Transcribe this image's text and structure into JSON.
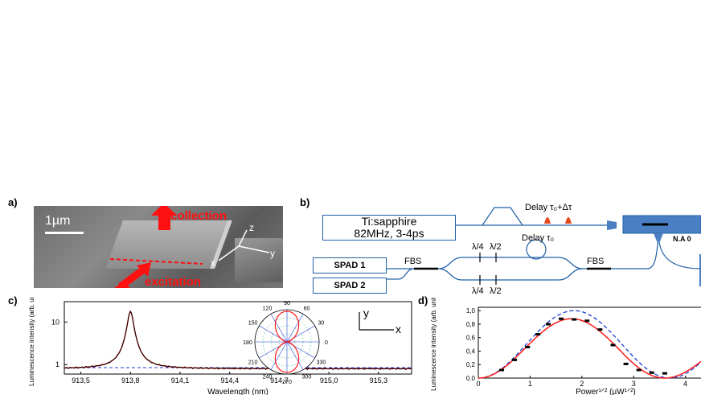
{
  "labels": {
    "a": "a)",
    "b": "b)",
    "c": "c)",
    "d": "d)"
  },
  "sem": {
    "scale": "1µm",
    "collection": "collection",
    "excitation": "excitation",
    "axes": {
      "z": "z",
      "y": "y",
      "x": "x"
    }
  },
  "setup": {
    "laser_line1": "Ti:sapphire",
    "laser_line2": "82MHz, 3-4ps",
    "delay_top": "Delay τ₀+Δτ",
    "delay_mid": "Delay τ₀",
    "spad1": "SPAD 1",
    "spad2": "SPAD 2",
    "fbs1": "FBS",
    "fbs2": "FBS",
    "lambda4_top": "λ/4",
    "lambda2_top": "λ/2",
    "lambda4_bot": "λ/4",
    "lambda2_bot": "λ/2",
    "na": "N.A 0"
  },
  "colors": {
    "red": "#ff1a1a",
    "blue": "#1f3fd6",
    "diagram": "#1f5fa8"
  },
  "chart_data": [
    {
      "type": "line",
      "ylabel": "Luminescence intensity (arb. unit)",
      "xlabel": "Wavelength (nm)",
      "x_ticks": [
        "913,5",
        "913,8",
        "914,1",
        "914,4",
        "914,7",
        "915,0",
        "915,3"
      ],
      "y_ticks": [
        "1",
        "10"
      ],
      "y_scale": "log",
      "peak_x": 913.8,
      "peak_y": 17,
      "baseline": 0.8,
      "polar_ticks": [
        "90",
        "60",
        "30",
        "0",
        "330",
        "300",
        "270",
        "240",
        "210",
        "180",
        "150",
        "120"
      ],
      "inset_axes": {
        "y": "y",
        "x": "x"
      }
    },
    {
      "type": "line",
      "ylabel": "Luminescence intensity (arb. unit)",
      "xlabel": "Power¹ᐟ² (µW¹ᐟ²)",
      "x_ticks": [
        "0",
        "1",
        "2",
        "3",
        "4"
      ],
      "y_ticks": [
        "0.0",
        "0,2",
        "0,4",
        "0,6",
        "0,8",
        "1,0"
      ],
      "xlim": [
        0,
        4.3
      ],
      "ylim": [
        0,
        1.05
      ],
      "data_points": {
        "x": [
          0.45,
          0.7,
          0.95,
          1.15,
          1.35,
          1.6,
          1.85,
          2.1,
          2.35,
          2.6,
          2.85,
          3.1,
          3.35,
          3.6
        ],
        "y": [
          0.12,
          0.27,
          0.46,
          0.65,
          0.8,
          0.88,
          0.87,
          0.85,
          0.72,
          0.49,
          0.21,
          0.12,
          0.08,
          0.07
        ]
      },
      "series": [
        {
          "color": "#ff1a1a",
          "style": "solid"
        },
        {
          "color": "#1f3fd6",
          "style": "dashed"
        }
      ]
    }
  ]
}
